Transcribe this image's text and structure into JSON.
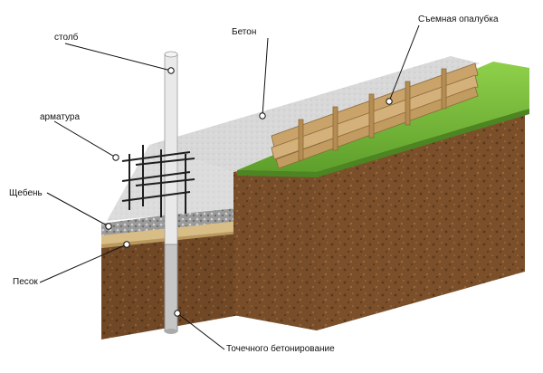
{
  "labels": {
    "post": "столб",
    "concrete": "Бетон",
    "formwork": "Съемная опалубка",
    "rebar": "арматура",
    "gravel": "Щебень",
    "sand": "Песок",
    "point_concreting": "Точечного бетонирование"
  },
  "colors": {
    "soil": "#7a4f2a",
    "soil_dark": "#4f3018",
    "grass": "#6fb637",
    "concrete": "#d6d6d6",
    "wood": "#c9a36a",
    "sand": "#d9bd86",
    "gravel": "#a3a3a3"
  }
}
